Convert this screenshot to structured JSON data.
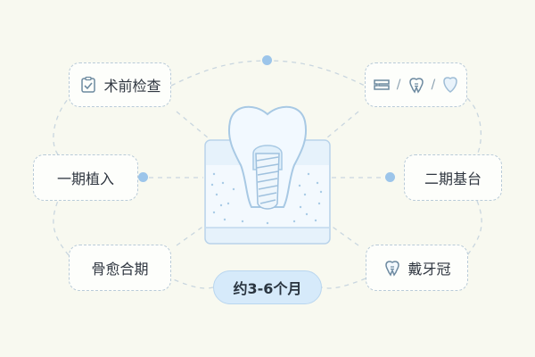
{
  "steps": [
    {
      "label": "术前检查",
      "icon": "clipboard-check-icon"
    },
    {
      "label": "",
      "icons": [
        "panoramic-xray-icon",
        "implant-tooth-icon",
        "crown-shield-icon"
      ],
      "separator": "/"
    },
    {
      "label": "一期植入"
    },
    {
      "label": "二期基台"
    },
    {
      "label": "骨愈合期"
    },
    {
      "label": "戴牙冠",
      "icon": "tooth-icon"
    }
  ],
  "duration": {
    "label": "约3-6个月"
  },
  "colors": {
    "accent": "#9cc5ea",
    "node_border": "#b9cbd8",
    "background": "#f8f9f0",
    "gum_fill": "#e6f2fb",
    "duration_pill": "#d6eafa"
  },
  "center_icon": "dental-implant-illustration"
}
